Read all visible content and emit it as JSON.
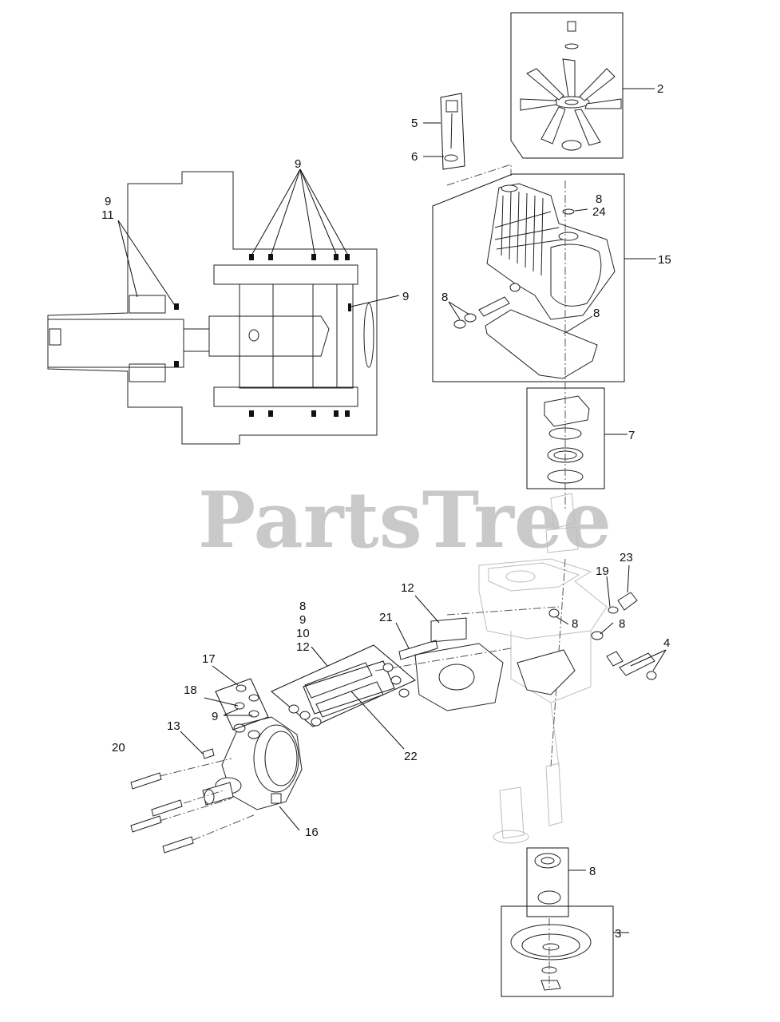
{
  "watermark": "PartsTree",
  "callouts": {
    "c2": "2",
    "c3": "3",
    "c4": "4",
    "c5": "5",
    "c6": "6",
    "c7": "7",
    "c8a": "8",
    "c8b": "8",
    "c8c": "8",
    "c8d": "8",
    "c8e": "8",
    "c8f": "8",
    "c8g": "8",
    "c9a": "9",
    "c9b": "9",
    "c9c": "9",
    "c9d": "9",
    "c9e": "9",
    "c10": "10",
    "c11": "11",
    "c12a": "12",
    "c12b": "12",
    "c13": "13",
    "c15": "15",
    "c16": "16",
    "c17": "17",
    "c18": "18",
    "c19": "19",
    "c20": "20",
    "c21": "21",
    "c22": "22",
    "c23": "23",
    "c24": "24"
  },
  "colors": {
    "line": "#111111",
    "watermark": "#c9c9c9",
    "ghost": "#bdbdbd"
  }
}
